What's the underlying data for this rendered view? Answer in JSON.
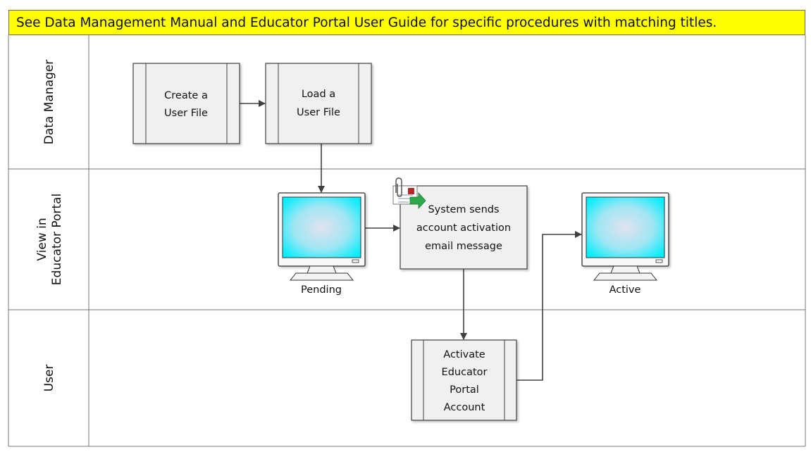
{
  "banner": {
    "text": "See Data Management Manual and Educator Portal User Guide for specific procedures with matching titles."
  },
  "lanes": [
    {
      "id": "data-manager",
      "label_lines": [
        "Data Manager"
      ]
    },
    {
      "id": "educator-portal",
      "label_lines": [
        "View in",
        "Educator Portal"
      ]
    },
    {
      "id": "user",
      "label_lines": [
        "User"
      ]
    }
  ],
  "nodes": {
    "create_user_file": {
      "label_lines": [
        "Create a",
        "User File"
      ]
    },
    "load_user_file": {
      "label_lines": [
        "Load a",
        "User File"
      ]
    },
    "system_sends": {
      "label_lines": [
        "System sends",
        "account activation",
        "email message"
      ],
      "icon": "email-attachment-send-icon"
    },
    "activate_account": {
      "label_lines": [
        "Activate",
        "Educator",
        "Portal",
        "Account"
      ]
    }
  },
  "monitors": {
    "pending": {
      "status": "Pending",
      "icon": "monitor-icon"
    },
    "active": {
      "status": "Active",
      "icon": "monitor-icon"
    }
  },
  "colors": {
    "banner": "#ffff00",
    "process_fill": "#f0f0f0",
    "screen_center": "#d8e6f4",
    "screen_edge": "#00f0ff",
    "line": "#404040"
  }
}
